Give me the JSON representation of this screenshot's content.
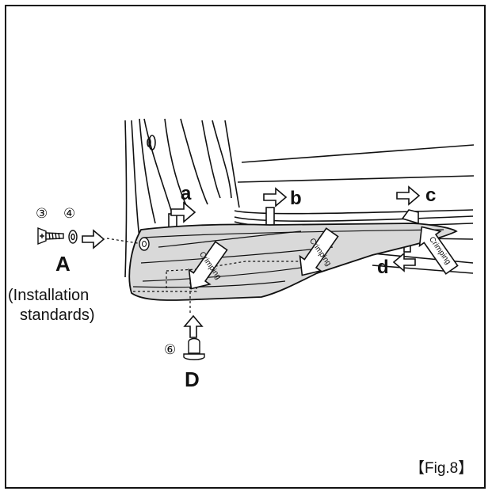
{
  "figure": {
    "caption": "【Fig.8】"
  },
  "labels": {
    "point_a": "a",
    "point_b": "b",
    "point_c": "c",
    "point_d": "d",
    "callout_A": "A",
    "callout_D": "D",
    "part_3": "③",
    "part_4": "④",
    "part_6": "⑥",
    "standards_line1": "(Installation",
    "standards_line2": "standards)"
  },
  "crimping_arrows": [
    {
      "text": "Crimping"
    },
    {
      "text": "Crimping"
    },
    {
      "text": "Crimping"
    }
  ],
  "colors": {
    "line": "#111111",
    "panel_fill": "#d9d9d9",
    "background": "#ffffff"
  }
}
